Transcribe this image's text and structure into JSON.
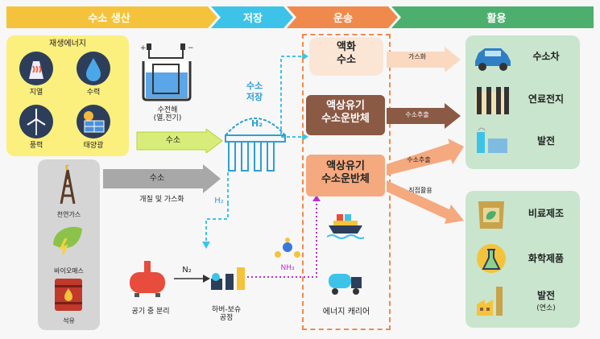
{
  "header": {
    "production": "수소 생산",
    "storage": "저장",
    "transport": "운송",
    "utilization": "활용"
  },
  "renewable": {
    "title": "재생에너지",
    "items": [
      "지열",
      "수력",
      "풍력",
      "태양광"
    ]
  },
  "electrolysis": {
    "label": "수전해\n(열,전기)"
  },
  "arrow_hydrogen": "수소",
  "fossil": {
    "items": [
      "천연가스",
      "바이오매스",
      "석유"
    ]
  },
  "reforming": {
    "arrow": "수소",
    "label": "개질 및 가스화"
  },
  "storage": {
    "title": "수소\n저장",
    "h2": "H₂",
    "h2_down": "H₂"
  },
  "air": {
    "label": "공기 중 분리",
    "n2": "N₂"
  },
  "haber": {
    "label": "하버-보슈\n공정"
  },
  "nh3": "NH₃",
  "transport": {
    "liquid": "액화\n수소",
    "lohc1": "액상유기\n수소운반체",
    "lohc2": "액상유기\n수소운반체",
    "carrier": "에너지 캐리어"
  },
  "flows": {
    "gasify": "가스화",
    "extract1": "수소추출",
    "extract2": "수소추출",
    "direct": "직접활용"
  },
  "use_top": [
    "수소차",
    "연료전지",
    "발전"
  ],
  "use_bottom": [
    "비료제조",
    "화학제품",
    "발전"
  ],
  "use_bottom_sub": "(연소)",
  "colors": {
    "production": "#f5c33b",
    "storage": "#3ec3e8",
    "transport": "#ef8a4c",
    "utilization": "#4caf6e"
  }
}
